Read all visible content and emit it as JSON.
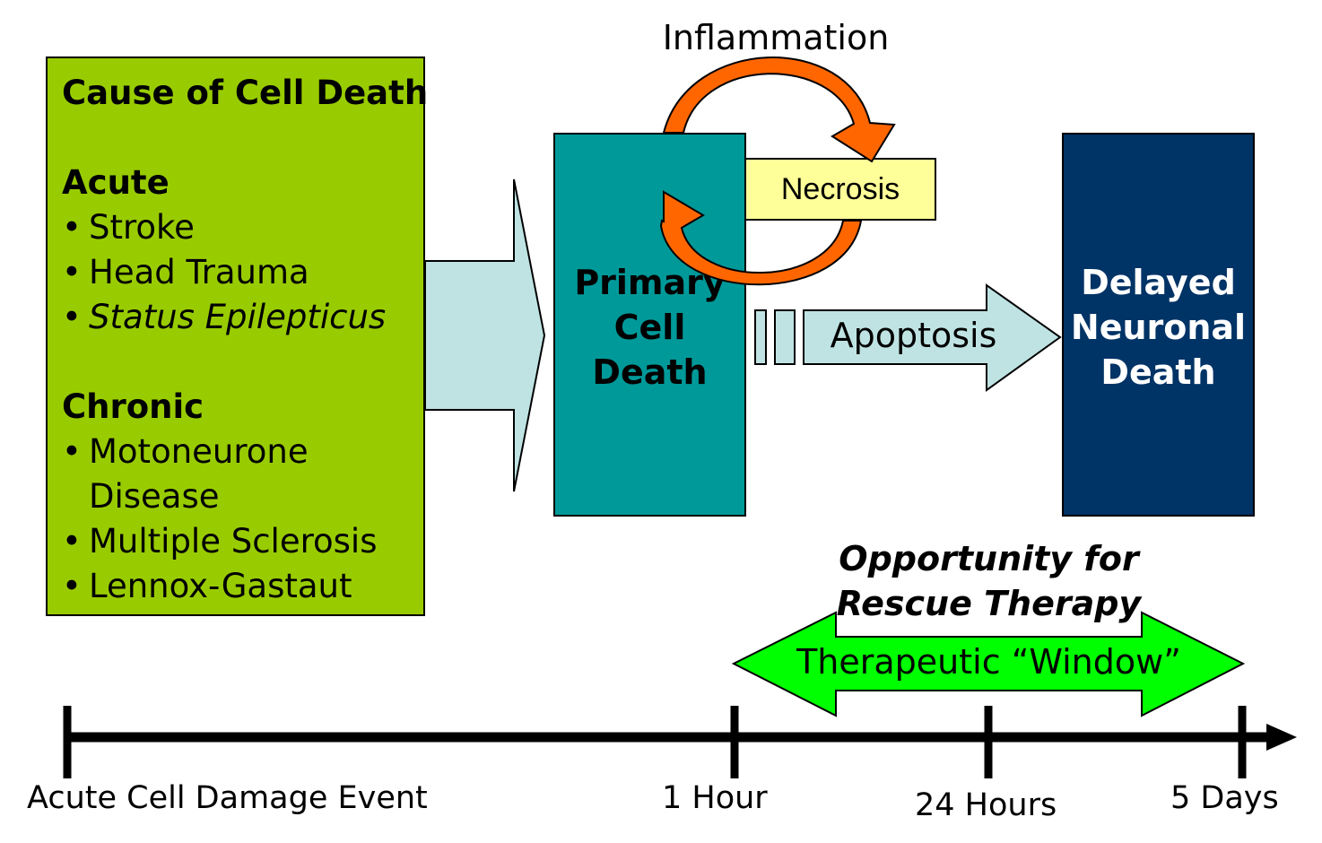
{
  "cause": {
    "title": "Cause of Cell Death",
    "acute": {
      "heading": "Acute",
      "items": [
        "Stroke",
        "Head Trauma",
        "Status Epilepticus"
      ]
    },
    "chronic": {
      "heading": "Chronic",
      "items": [
        "Motoneurone Disease",
        "Multiple Sclerosis",
        "Lennox-Gastaut"
      ]
    }
  },
  "primary": {
    "label": "Primary Cell Death"
  },
  "necrosis": {
    "label": "Necrosis"
  },
  "inflammation": {
    "label": "Inflammation"
  },
  "apoptosis": {
    "label": "Apoptosis"
  },
  "delayed": {
    "label": "Delayed Neuronal Death"
  },
  "rescue": {
    "label": "Opportunity for Rescue Therapy"
  },
  "window": {
    "label": "Therapeutic “Window”"
  },
  "timeline": {
    "labels": [
      "Acute Cell Damage Event",
      "1 Hour",
      "24 Hours",
      "5 Days"
    ]
  },
  "colors": {
    "cause_box": "#99cc00",
    "primary_box": "#009999",
    "delayed_box": "#003366",
    "necrosis_box": "#ffff99",
    "arrow_light": "#bfe3e3",
    "cycle_orange": "#ff6600",
    "window_arrow": "#00ff00"
  }
}
